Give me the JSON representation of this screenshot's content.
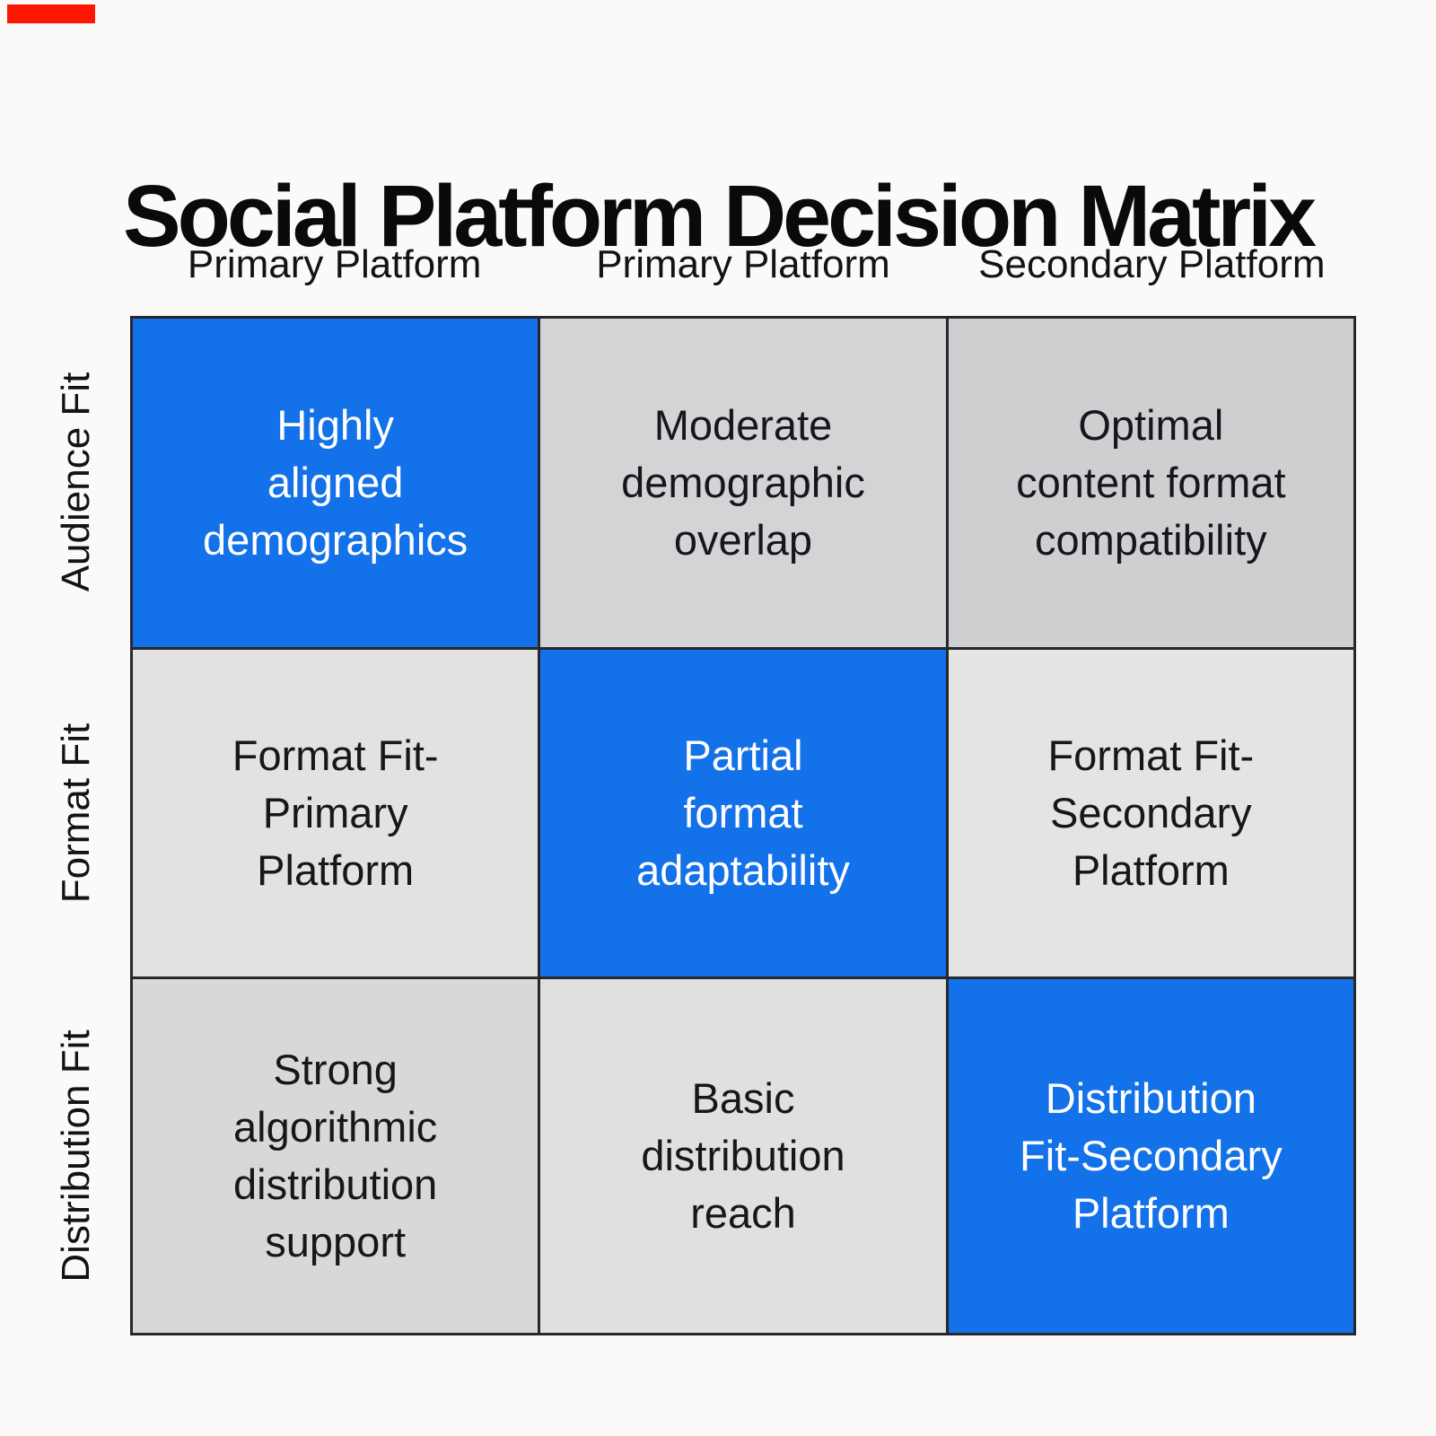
{
  "title": "Social Platform Decision Matrix",
  "decorations": {
    "red_bar_color": "#FE1605"
  },
  "colors": {
    "page_bg": "#FBFAF9",
    "grid_line": "#26282B",
    "title_color": "#0A0A0A",
    "accent_blue": "#1371E9"
  },
  "columns": [
    {
      "label": "Primary Platform"
    },
    {
      "label": "Primary Platform"
    },
    {
      "label": "Secondary Platform"
    }
  ],
  "rows": [
    {
      "label": "Audience Fit"
    },
    {
      "label": "Format Fit"
    },
    {
      "label": "Distribution Fit"
    }
  ],
  "matrix": {
    "cells": [
      {
        "text": "Highly\naligned\ndemographics",
        "bg": "#1371E9",
        "fg": "#FFFFFF"
      },
      {
        "text": "Moderate\ndemographic\noverlap",
        "bg": "#D3D4D6",
        "fg": "#16171A"
      },
      {
        "text": "Optimal\ncontent format\ncompatibility",
        "bg": "#CDCFD1",
        "fg": "#16171A"
      },
      {
        "text": "Format Fit-\nPrimary\nPlatform",
        "bg": "#E2E2E2",
        "fg": "#16171A"
      },
      {
        "text": "Partial\nformat\nadaptability",
        "bg": "#1371E9",
        "fg": "#FFFFFF"
      },
      {
        "text": "Format Fit-\nSecondary\nPlatform",
        "bg": "#E4E4E4",
        "fg": "#16171A"
      },
      {
        "text": "Strong\nalgorithmic\ndistribution\nsupport",
        "bg": "#D8D8D8",
        "fg": "#16171A"
      },
      {
        "text": "Basic\ndistribution\nreach",
        "bg": "#DFE1DE",
        "fg": "#16171A"
      },
      {
        "text": "Distribution\nFit-Secondary\nPlatform",
        "bg": "#1371E9",
        "fg": "#FFFFFF"
      }
    ]
  }
}
